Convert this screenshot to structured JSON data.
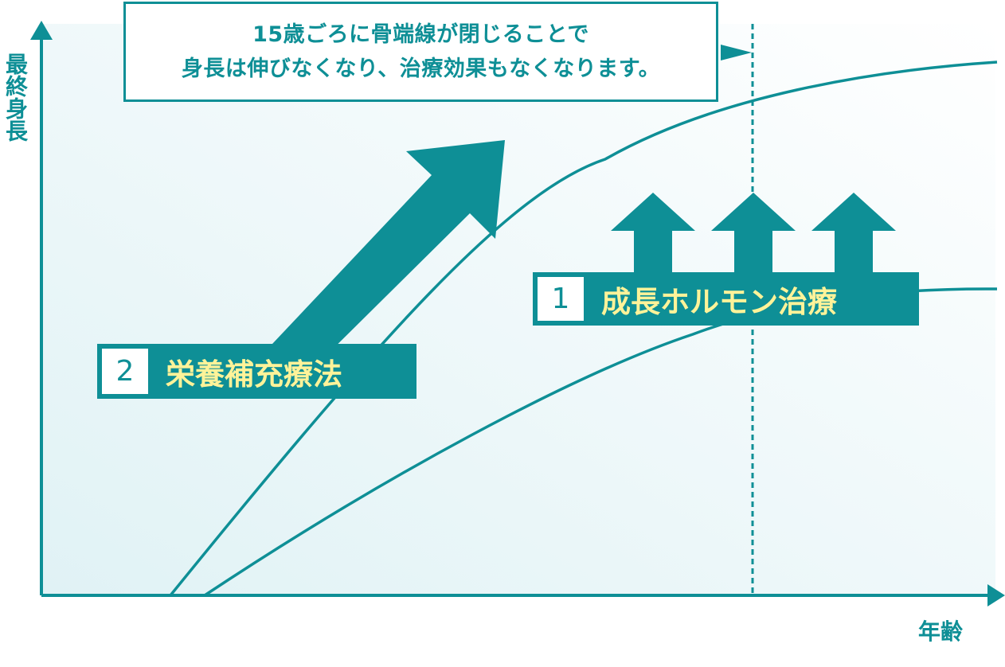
{
  "callout": {
    "line1": "15歳ごろに骨端線が閉じることで",
    "line2": "身長は伸びなくなり、治療効果もなくなります。"
  },
  "axes": {
    "y_label": "最終身長",
    "x_label": "年齢"
  },
  "treatments": {
    "growth_hormone": {
      "number": "1",
      "label": "成長ホルモン治療"
    },
    "nutrition": {
      "number": "2",
      "label": "栄養補充療法"
    }
  },
  "colors": {
    "accent": "#0e8f96",
    "label_text": "#fff399",
    "background_tint": "#e4f3f6"
  }
}
